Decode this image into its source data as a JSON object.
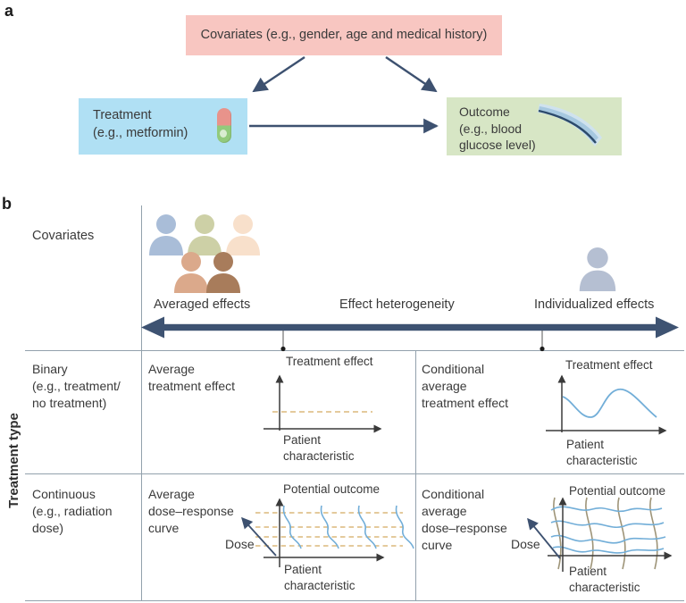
{
  "colors": {
    "covariates_box_bg": "#f8c6c1",
    "treatment_box_bg": "#b0e0f4",
    "outcome_box_bg": "#d7e6c5",
    "causal_arrow": "#3d5170",
    "spectrum_arrow": "#3e5372",
    "grid_line": "#92a1ac",
    "dashed_average_line": "#dcb97c",
    "blue_curve": "#72aed8",
    "tan_curve": "#9e9478",
    "text": "#3a3a3a",
    "people_group": [
      "#a9bdd8",
      "#cdd0a6",
      "#f8e0cb",
      "#dba98b",
      "#a87c5b"
    ],
    "single_person": "#b5bfd2",
    "pill_top": "#e8938b",
    "pill_bottom": "#92ca7c"
  },
  "panel_a": {
    "label": "a",
    "covariates_box": "Covariates (e.g., gender, age and medical history)",
    "treatment_box": "Treatment\n(e.g., metformin)",
    "outcome_box": "Outcome\n(e.g., blood\nglucose level)"
  },
  "panel_b": {
    "label": "b",
    "covariates_row_label": "Covariates",
    "treatment_type_label": "Treatment type",
    "spectrum": {
      "left": "Averaged effects",
      "center": "Effect heterogeneity",
      "right": "Individualized effects"
    },
    "rows": {
      "binary": {
        "header": "Binary\n(e.g., treatment/\nno treatment)",
        "average_label": "Average\ntreatment effect",
        "conditional_label": "Conditional\naverage\ntreatment effect"
      },
      "continuous": {
        "header": "Continuous\n(e.g., radiation\ndose)",
        "average_label": "Average\ndose–response\ncurve",
        "conditional_label": "Conditional\naverage\ndose–response\ncurve"
      }
    },
    "plots": {
      "binary_average": {
        "title": "Treatment effect",
        "xlabel": "Patient\ncharacteristic",
        "curve": "dashed-flat-average-line"
      },
      "binary_conditional": {
        "title": "Treatment effect",
        "xlabel": "Patient\ncharacteristic",
        "curve": "wavy-heterogeneous-effect-line"
      },
      "continuous_average": {
        "title": "Potential outcome",
        "xlabel": "Patient\ncharacteristic",
        "dose_label": "Dose",
        "curve": "repeated-dose-response-curves-with-dashed-average-lines"
      },
      "continuous_conditional": {
        "title": "Potential outcome",
        "xlabel": "Patient\ncharacteristic",
        "dose_label": "Dose",
        "curve": "individual-dose-response-curve-surfaces"
      }
    }
  }
}
